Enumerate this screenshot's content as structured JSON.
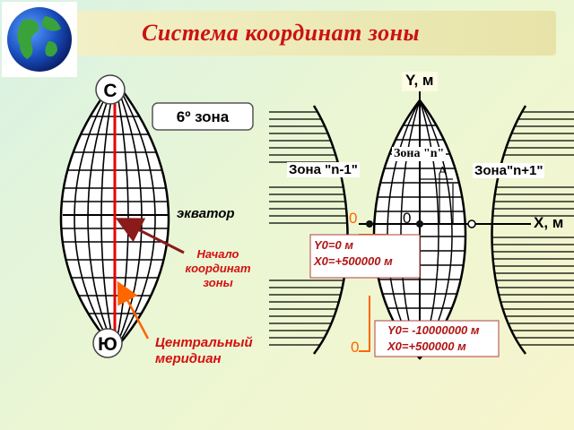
{
  "title": "Система координат зоны",
  "globe_icon": "globe-icon",
  "left": {
    "north": "С",
    "south": "Ю",
    "zone_box": "6º зона",
    "equator": "экватор",
    "origin": "Начало координат зоны",
    "origin_lines": [
      "Начало",
      "координат",
      "зоны"
    ],
    "meridian_lines": [
      "Центральный",
      "меридиан"
    ]
  },
  "right": {
    "y_axis": "Y, м",
    "x_axis": "X, м",
    "zone_prev": "Зона \"n-1\"",
    "zone_n": "Зона \"n\"",
    "zone_next": "Зона\"n+1\"",
    "point_a": "А",
    "zero_left": "0",
    "zero_center": "0",
    "zero_bottom": "0",
    "box1": [
      "Y0=0 м",
      "X0=+500000 м"
    ],
    "box2": [
      "Y0= -10000000 м",
      "X0=+500000 м"
    ]
  },
  "colors": {
    "title": "#cc1111",
    "meridian": "#e60000",
    "arrow": "#8b1a1a",
    "label_red": "#d41010",
    "orange": "#ff6600",
    "box_border": "#b04040"
  }
}
